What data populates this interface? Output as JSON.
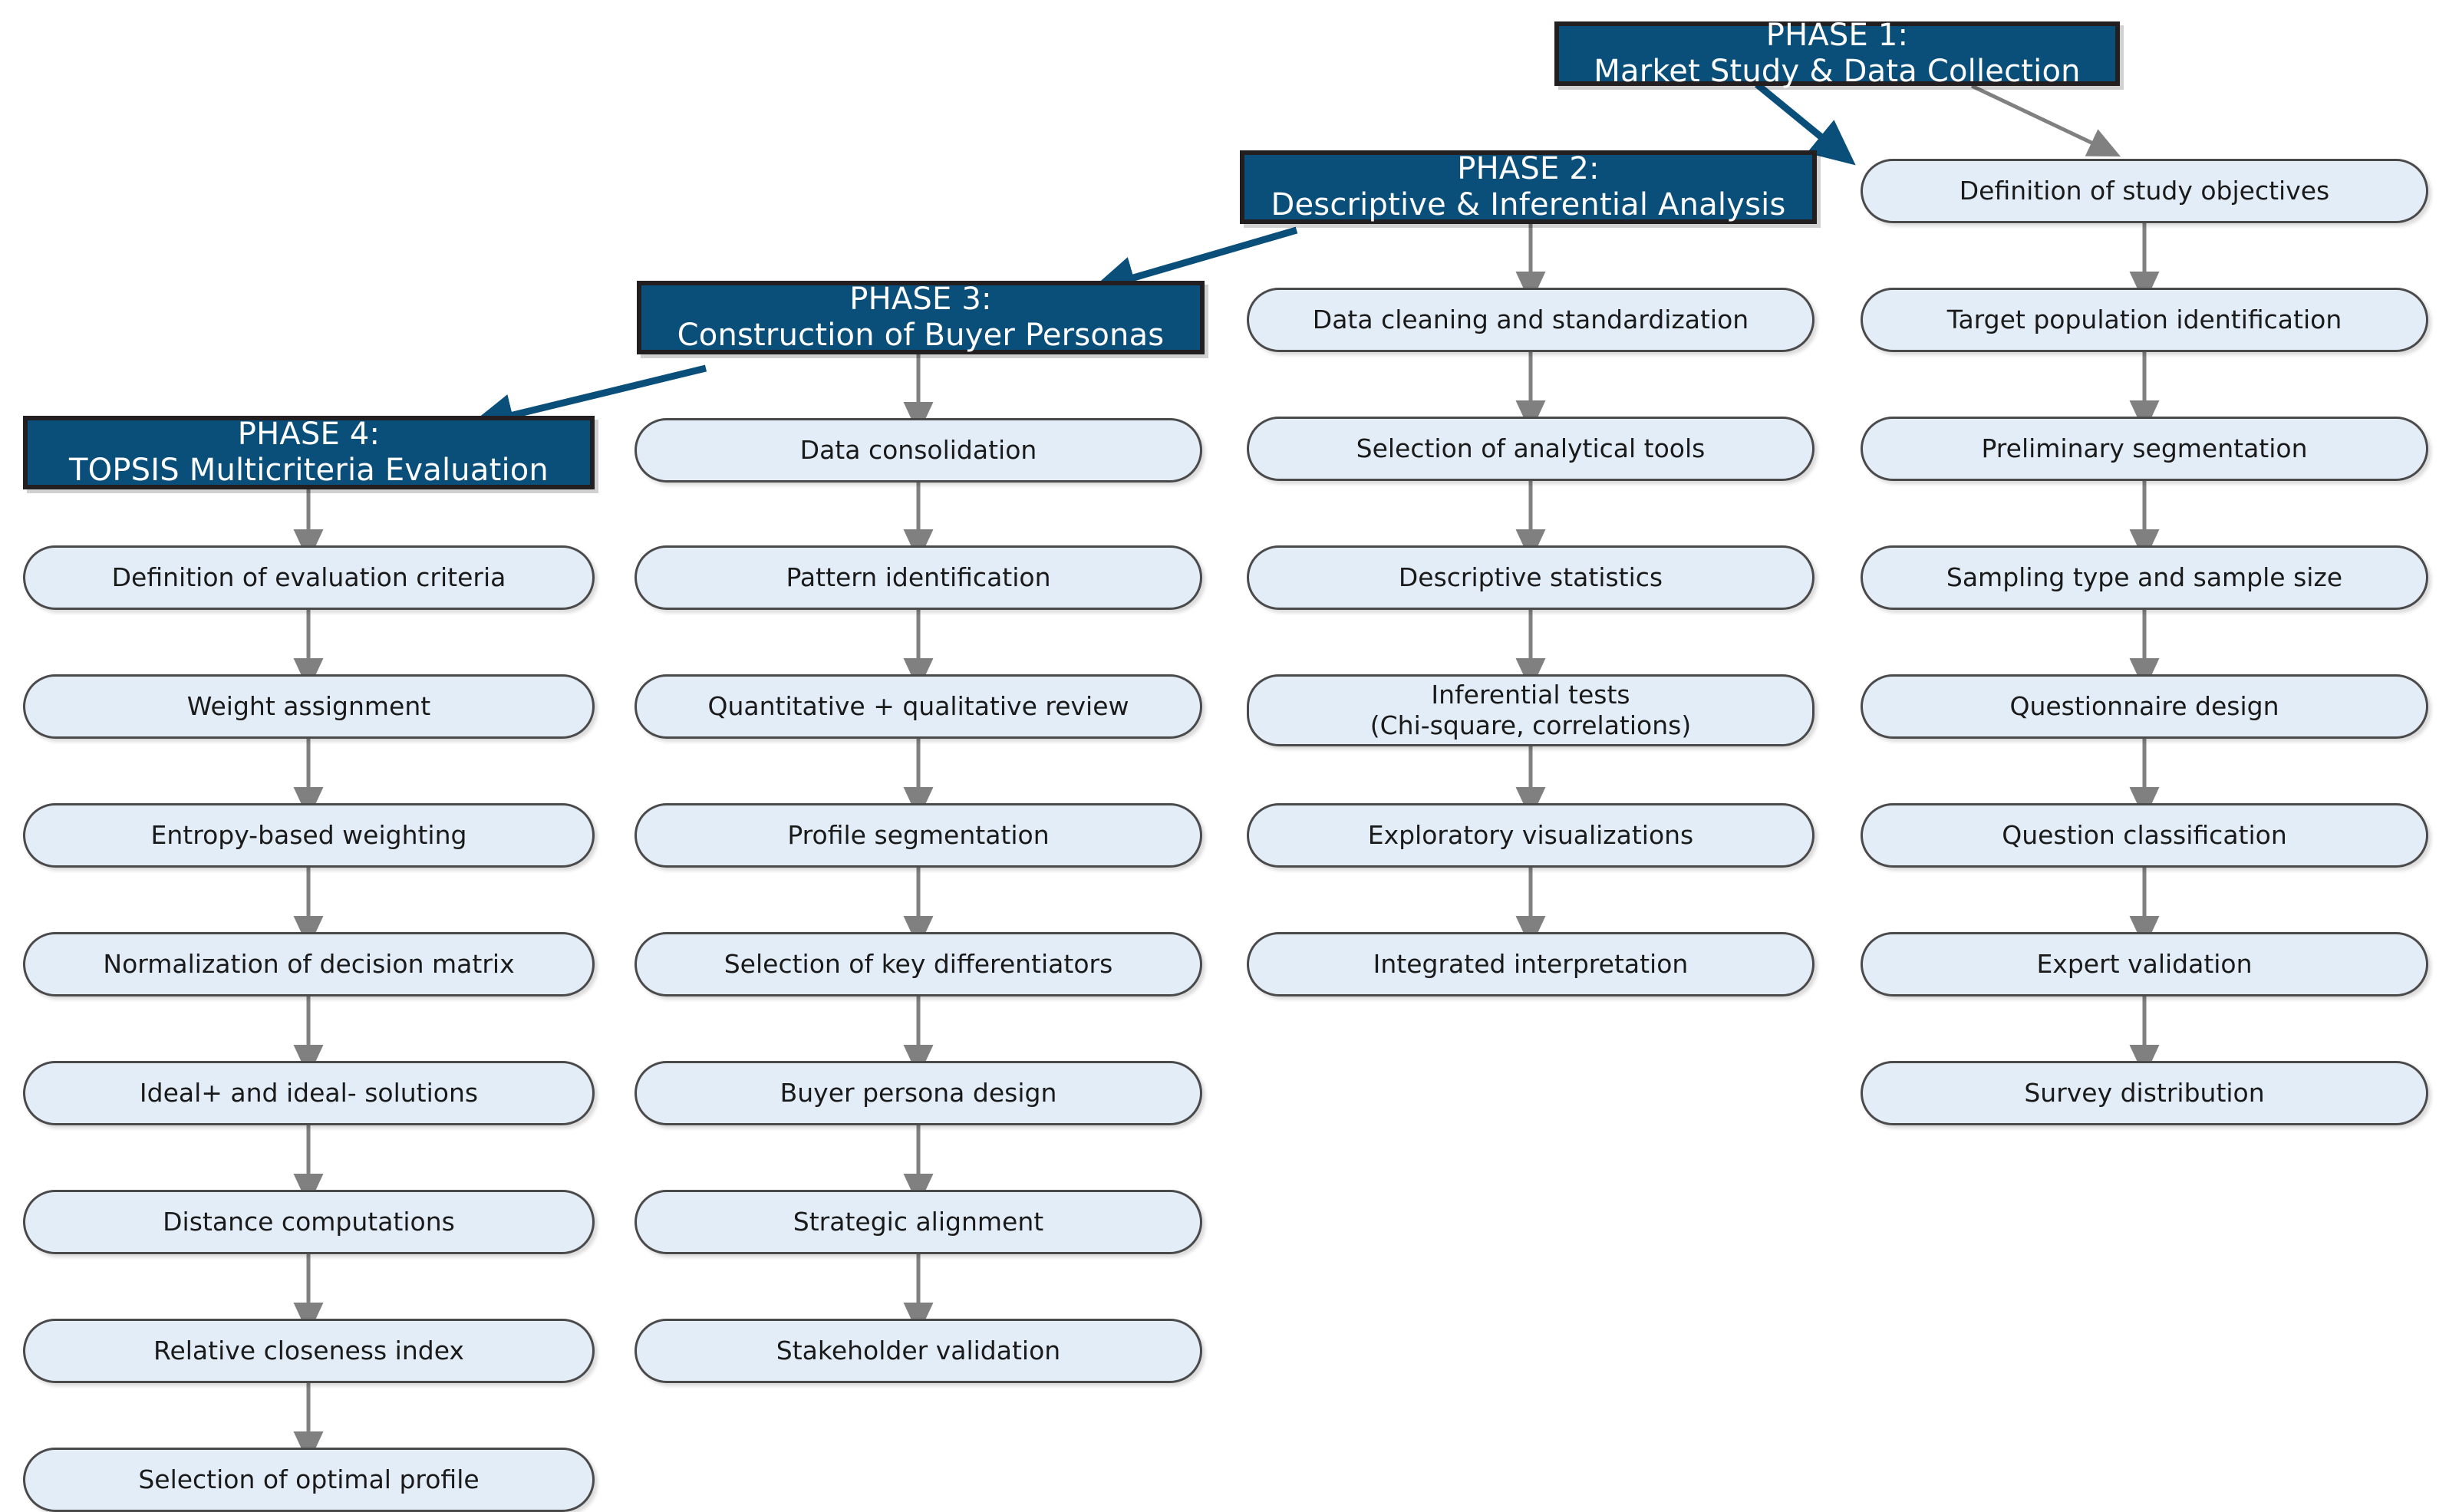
{
  "diagram": {
    "title": "Four-phase research methodology flowchart",
    "colors": {
      "phase_fill": "#0A4E7A",
      "phase_border": "#231F20",
      "phase_text": "#FFFFFF",
      "process_fill": "#E3EDF7",
      "process_border": "#4A4A4A",
      "process_text": "#1A1A1A",
      "vertical_arrow": "#808080",
      "phase_link_arrow": "#0A4E7A",
      "background": "#FFFFFF"
    },
    "columns": [
      {
        "id": "column-phase-4",
        "phase": {
          "id": "phase-4-header",
          "line1": "PHASE 4:",
          "line2": "TOPSIS Multicriteria Evaluation",
          "text": "PHASE 4:\nTOPSIS Multicriteria Evaluation"
        },
        "steps": [
          {
            "id": "step-definition-of-evaluation-criteria",
            "text": "Definition of evaluation criteria"
          },
          {
            "id": "step-weight-assignment",
            "text": "Weight assignment"
          },
          {
            "id": "step-entropy-based-weighting",
            "text": "Entropy-based weighting"
          },
          {
            "id": "step-normalization-of-decision-matrix",
            "text": "Normalization of decision matrix"
          },
          {
            "id": "step-ideal-plus-and-ideal-minus-solutions",
            "text": "Ideal+ and ideal- solutions"
          },
          {
            "id": "step-distance-computations",
            "text": "Distance computations"
          },
          {
            "id": "step-relative-closeness-index",
            "text": "Relative closeness index"
          },
          {
            "id": "step-selection-of-optimal-profile",
            "text": "Selection of optimal profile"
          }
        ]
      },
      {
        "id": "column-phase-3",
        "phase": {
          "id": "phase-3-header",
          "line1": "PHASE 3:",
          "line2": "Construction of Buyer Personas",
          "text": "PHASE 3:\nConstruction of Buyer Personas"
        },
        "steps": [
          {
            "id": "step-data-consolidation",
            "text": "Data consolidation"
          },
          {
            "id": "step-pattern-identification",
            "text": "Pattern identification"
          },
          {
            "id": "step-quantitative-qualitative-review",
            "text": "Quantitative + qualitative review"
          },
          {
            "id": "step-profile-segmentation",
            "text": "Profile segmentation"
          },
          {
            "id": "step-selection-of-key-differentiators",
            "text": "Selection of key differentiators"
          },
          {
            "id": "step-buyer-persona-design",
            "text": "Buyer persona design"
          },
          {
            "id": "step-strategic-alignment",
            "text": "Strategic alignment"
          },
          {
            "id": "step-stakeholder-validation",
            "text": "Stakeholder validation"
          }
        ]
      },
      {
        "id": "column-phase-2",
        "phase": {
          "id": "phase-2-header",
          "line1": "PHASE 2:",
          "line2": "Descriptive & Inferential Analysis",
          "text": "PHASE 2:\nDescriptive & Inferential Analysis"
        },
        "steps": [
          {
            "id": "step-data-cleaning-and-standardization",
            "text": "Data cleaning and standardization"
          },
          {
            "id": "step-selection-of-analytical-tools",
            "text": "Selection of analytical tools"
          },
          {
            "id": "step-descriptive-statistics",
            "text": "Descriptive statistics"
          },
          {
            "id": "step-inferential-tests",
            "text": "Inferential tests\n(Chi-square, correlations)"
          },
          {
            "id": "step-exploratory-visualizations",
            "text": "Exploratory visualizations"
          },
          {
            "id": "step-integrated-interpretation",
            "text": "Integrated interpretation"
          }
        ]
      },
      {
        "id": "column-phase-1",
        "phase": {
          "id": "phase-1-header",
          "line1": "PHASE 1:",
          "line2": "Market Study & Data Collection",
          "text": "PHASE 1:\nMarket Study & Data Collection"
        },
        "steps": [
          {
            "id": "step-definition-of-study-objectives",
            "text": "Definition of study objectives"
          },
          {
            "id": "step-target-population-identification",
            "text": "Target population identification"
          },
          {
            "id": "step-preliminary-segmentation",
            "text": "Preliminary segmentation"
          },
          {
            "id": "step-sampling-type-and-sample-size",
            "text": "Sampling type and sample size"
          },
          {
            "id": "step-questionnaire-design",
            "text": "Questionnaire design"
          },
          {
            "id": "step-question-classification",
            "text": "Question classification"
          },
          {
            "id": "step-expert-validation",
            "text": "Expert validation"
          },
          {
            "id": "step-survey-distribution",
            "text": "Survey distribution"
          }
        ]
      }
    ],
    "phase_links": [
      {
        "id": "link-phase-1-to-phase-2",
        "from": "phase-1-header",
        "to": "phase-2-header"
      },
      {
        "id": "link-phase-2-to-phase-3",
        "from": "phase-2-header",
        "to": "phase-3-header"
      },
      {
        "id": "link-phase-3-to-phase-4",
        "from": "phase-3-header",
        "to": "phase-4-header"
      }
    ],
    "branch_link": {
      "id": "link-phase-1-to-study-objectives",
      "from": "phase-1-header",
      "to": "step-definition-of-study-objectives"
    }
  }
}
